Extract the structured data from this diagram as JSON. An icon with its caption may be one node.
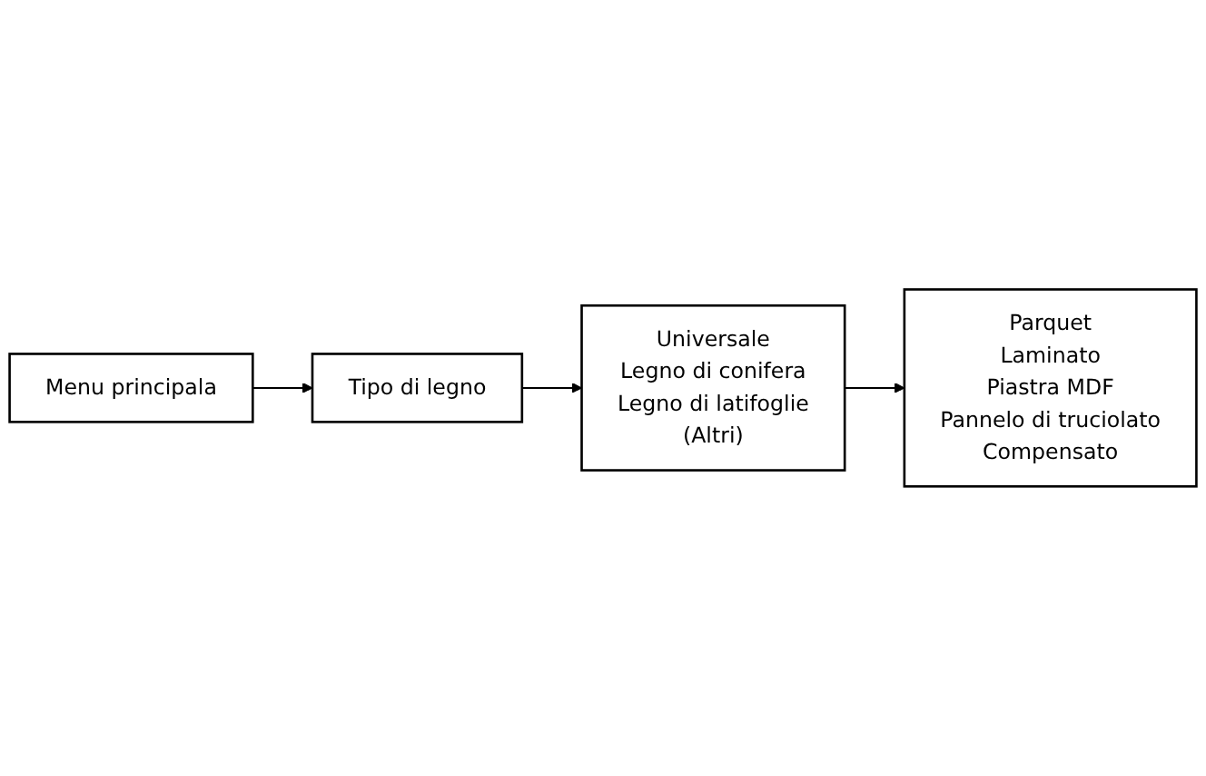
{
  "diagram": {
    "nodes": [
      {
        "text": [
          "Menu principala"
        ]
      },
      {
        "text": [
          "Tipo di legno"
        ]
      },
      {
        "text": [
          "Universale",
          "Legno di conifera",
          "Legno di latifoglie",
          "(Altri)"
        ]
      },
      {
        "text": [
          "Parquet",
          "Laminato",
          "Piastra MDF",
          "Pannelo di truciolato",
          "Compensato"
        ]
      }
    ],
    "edges": [
      {
        "from": 0,
        "to": 1,
        "arrow": "to"
      },
      {
        "from": 1,
        "to": 2,
        "arrow": "to"
      },
      {
        "from": 2,
        "to": 3,
        "arrow": "to"
      }
    ]
  }
}
